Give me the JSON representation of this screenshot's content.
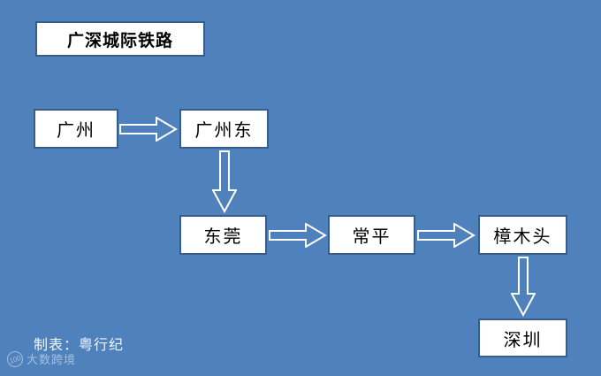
{
  "title": "广深城际铁路",
  "nodes": {
    "guangzhou": {
      "label": "广州"
    },
    "guangzhou_east": {
      "label": "广州东"
    },
    "dongguan": {
      "label": "东莞"
    },
    "changping": {
      "label": "常平"
    },
    "zhangmutou": {
      "label": "樟木头"
    },
    "shenzhen": {
      "label": "深圳"
    }
  },
  "connections": [
    {
      "from": "广州",
      "to": "广州东",
      "direction": "right"
    },
    {
      "from": "广州东",
      "to": "东莞",
      "direction": "down"
    },
    {
      "from": "东莞",
      "to": "常平",
      "direction": "right"
    },
    {
      "from": "常平",
      "to": "樟木头",
      "direction": "right"
    },
    {
      "from": "樟木头",
      "to": "深圳",
      "direction": "down"
    }
  ],
  "footer": {
    "credit": "制表：粤行纪"
  },
  "watermark": {
    "badge": "100",
    "brand": "大数跨境"
  },
  "colors": {
    "background": "#4F81BD",
    "box_fill": "#FFFFFF",
    "box_border": "#385D8A",
    "arrow": "#FFFFFF",
    "text": "#000000",
    "footer_text": "#F2F6FA"
  }
}
